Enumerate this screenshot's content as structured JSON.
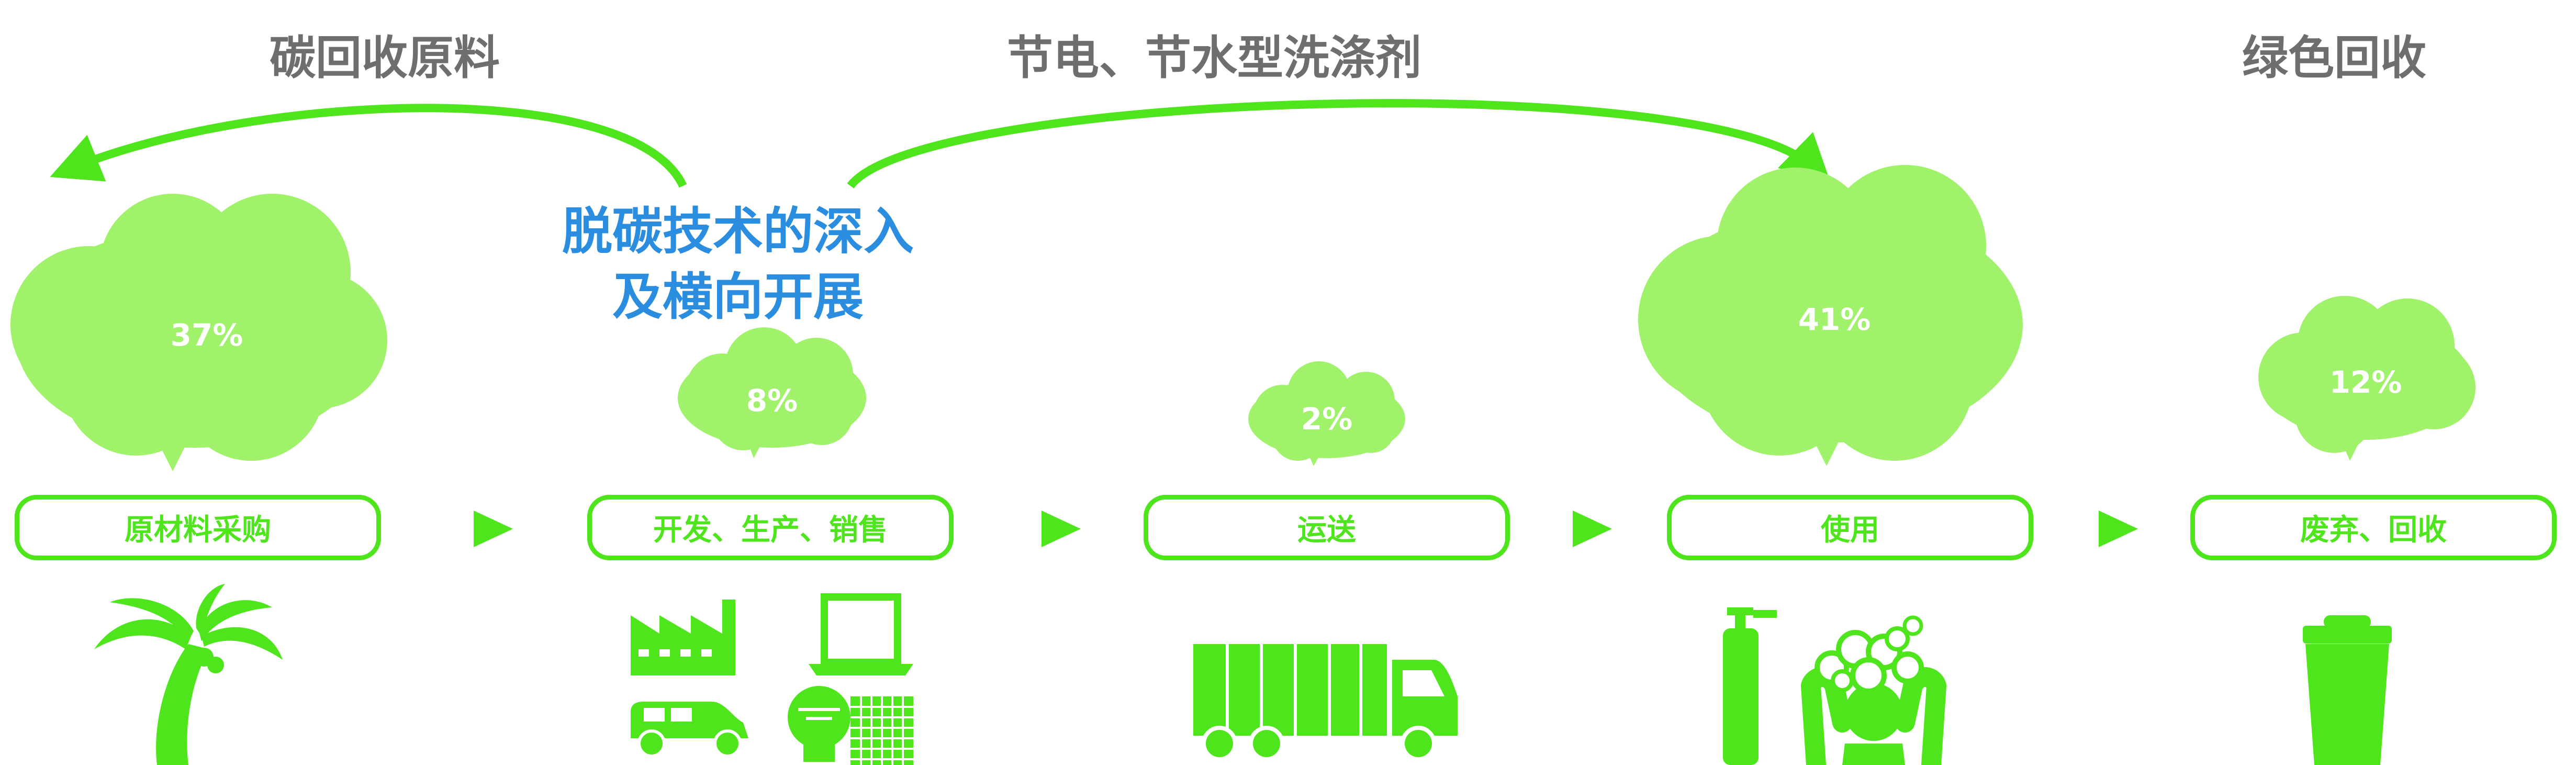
{
  "headings": {
    "carbon_materials": "碳回收原料",
    "energy_water_saving": "节电、节水型洗涤剂",
    "green_recycling": "绿色回收"
  },
  "center_text": {
    "line1": "脱碳技术的深入",
    "line2": "及横向开展"
  },
  "stages": [
    {
      "label": "原材料采购",
      "percent": "37%",
      "icon": "palm-tree-icon"
    },
    {
      "label": "开发、生产、销售",
      "percent": "8%",
      "icon": "factory-laptop-car-bulb-icon"
    },
    {
      "label": "运送",
      "percent": "2%",
      "icon": "truck-icon"
    },
    {
      "label": "使用",
      "percent": "41%",
      "icon": "detergent-washing-icon"
    },
    {
      "label": "废弃、回收",
      "percent": "12%",
      "icon": "trash-bin-icon"
    }
  ],
  "colors": {
    "cloud": "#9ff26a",
    "accent_green": "#4ee51c",
    "heading_gray": "#6d6e70",
    "center_blue": "#2a8de0"
  }
}
